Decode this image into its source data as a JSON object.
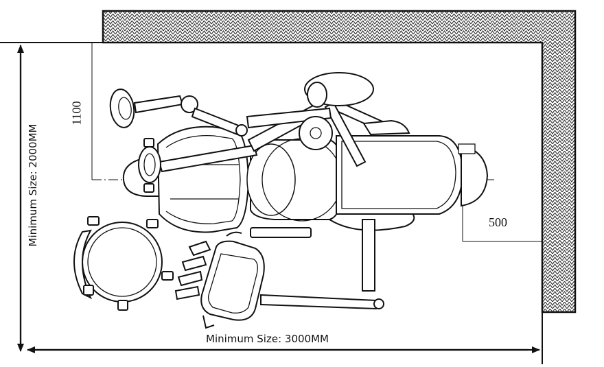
{
  "dimensions": {
    "width_label": "Minimum Size: 3000MM",
    "height_label": "Minimum Size: 2000MM",
    "offset_top": "1100",
    "offset_right": "500"
  }
}
